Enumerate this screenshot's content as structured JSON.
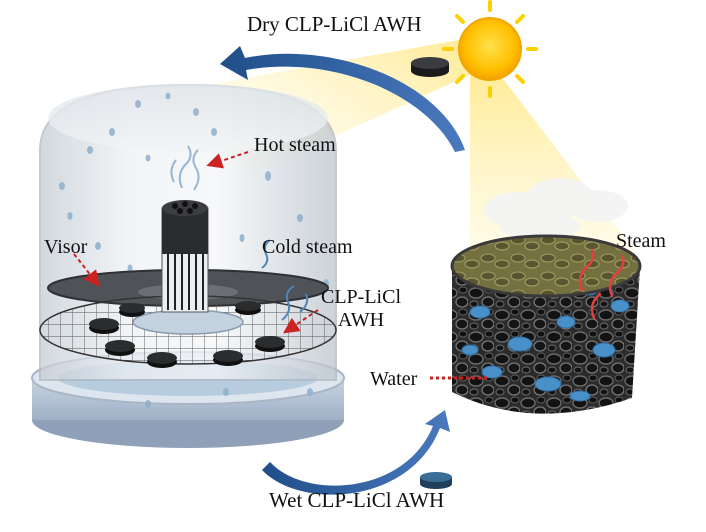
{
  "labels": {
    "dry": "Dry CLP-LiCl AWH",
    "wet": "Wet CLP-LiCl AWH",
    "hot_steam": "Hot steam",
    "cold_steam": "Cold steam",
    "visor": "Visor",
    "clp_line1": "CLP-LiCl",
    "clp_line2": "AWH",
    "steam": "Steam",
    "water": "Water"
  },
  "colors": {
    "cycle_arrow": "#2f5597",
    "sun": "#ffc000",
    "sun_rays": "#ffd966",
    "dashed_pointer": "#cc2222",
    "pellet": "#222426",
    "wet_pellet": "#2e5d7e",
    "foam_top": "#7b7646",
    "water_pores": "#4a90c8",
    "dome_glass": "#d7dde3"
  },
  "icons": {
    "sun": "sun-icon",
    "cycle_top": "curved-arrow-left-icon",
    "cycle_bottom": "curved-arrow-right-icon"
  }
}
